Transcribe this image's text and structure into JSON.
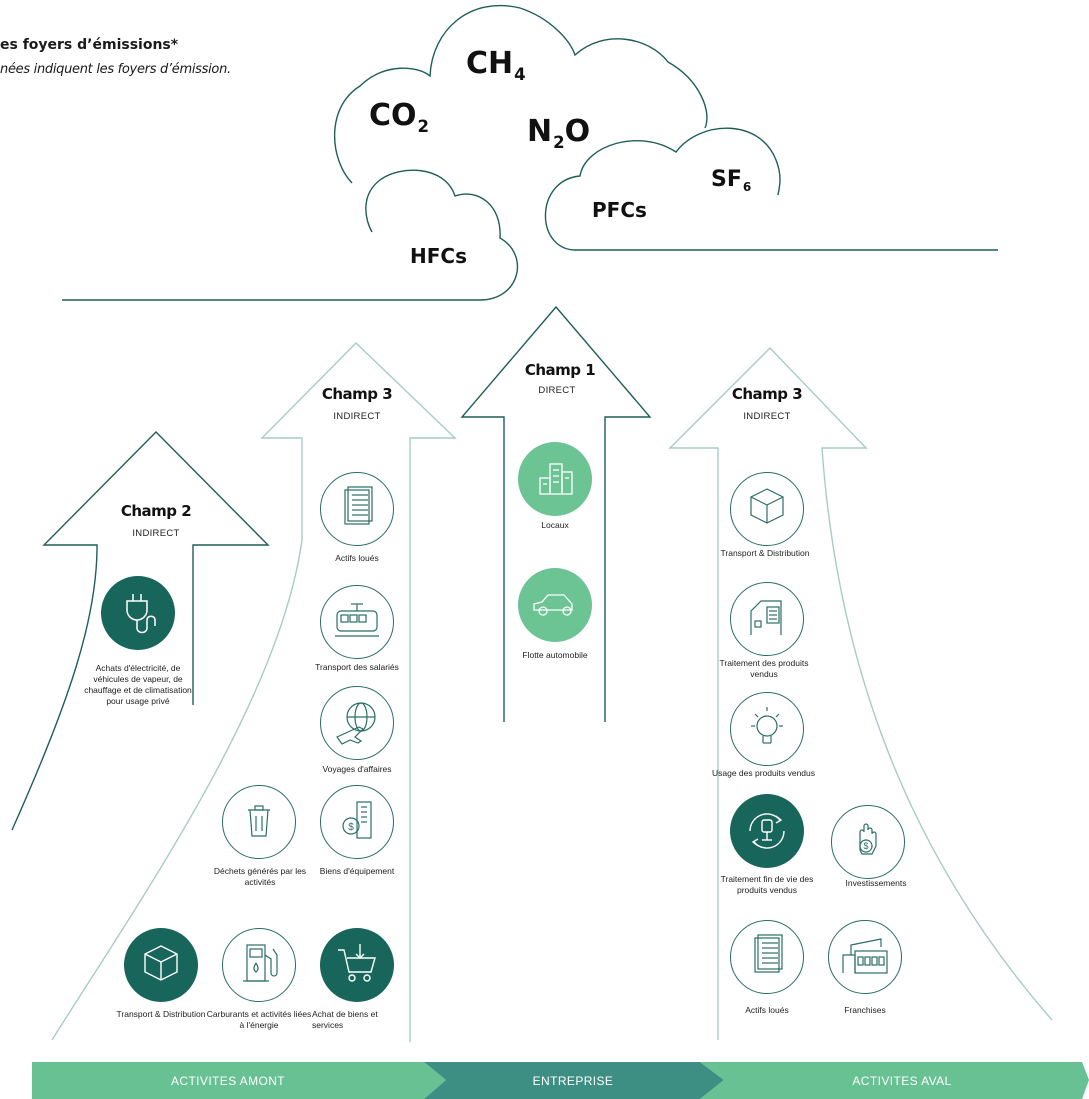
{
  "header": {
    "title": "es foyers d’émissions*",
    "subtitle": "nées indiquent les foyers d’émission."
  },
  "gases": {
    "co2": {
      "base": "CO",
      "sub": "2"
    },
    "ch4": {
      "base": "CH",
      "sub": "4"
    },
    "n2o": {
      "base": "N",
      "sub": "2",
      "after": "O"
    },
    "sf6": {
      "base": "SF",
      "sub": "6"
    },
    "pfcs": "PFCs",
    "hfcs": "HFCs"
  },
  "scopes": {
    "scope2": {
      "title": "Champ 2",
      "kind": "INDIRECT"
    },
    "scope3_upstream": {
      "title": "Champ 3",
      "kind": "INDIRECT"
    },
    "scope1": {
      "title": "Champ 1",
      "kind": "DIRECT"
    },
    "scope3_downstream": {
      "title": "Champ 3",
      "kind": "INDIRECT"
    }
  },
  "items": {
    "electricity": "Achats d'électricité, de véhicules de vapeur, de chauffage et de climatisation pour usage privé",
    "leased_assets_up": "Actifs loués",
    "employee_commuting": "Transport des salariés",
    "business_travel": "Voyages d'affaires",
    "waste": "Déchets générés par les activités",
    "capital_goods": "Biens d'équipement",
    "transport_up": "Transport & Distribution",
    "fuel_energy": "Carburants et activités liées à l'énergie",
    "purchased_goods": "Achat de biens et services",
    "premises": "Locaux",
    "fleet": "Flotte automobile",
    "transport_down": "Transport & Distribution",
    "processing_sold": "Traitement des produits vendus",
    "use_sold": "Usage des produits vendus",
    "end_of_life": "Traitement fin de vie des produits vendus",
    "investments": "Investissements",
    "leased_assets_down": "Actifs loués",
    "franchises": "Franchises"
  },
  "bands": {
    "upstream": "ACTIVITES AMONT",
    "company": "ENTREPRISE",
    "downstream": "ACTIVITES AVAL"
  },
  "colors": {
    "dark_teal": "#18665b",
    "light_green": "#6cc393",
    "band_green": "#67c193",
    "band_teal": "#3e8f83",
    "cloud_stroke": "#1f5f58",
    "arrow_stroke_scope1": "#1f5f58",
    "arrow_stroke_scope3": "#a6ccc7"
  },
  "icons": {
    "electricity": "plug-icon",
    "leased_assets_up": "document-icon",
    "employee_commuting": "tram-icon",
    "business_travel": "globe-plane-icon",
    "waste": "trash-icon",
    "capital_goods": "building-gear-icon",
    "transport_up": "box-icon",
    "fuel_energy": "fuel-pump-icon",
    "purchased_goods": "shopping-cart-icon",
    "premises": "city-icon",
    "fleet": "car-icon",
    "transport_down": "box-icon",
    "processing_sold": "factory-icon",
    "use_sold": "lightbulb-icon",
    "end_of_life": "recycle-chair-icon",
    "investments": "hand-coin-icon",
    "leased_assets_down": "document-icon",
    "franchises": "storefront-icon"
  }
}
